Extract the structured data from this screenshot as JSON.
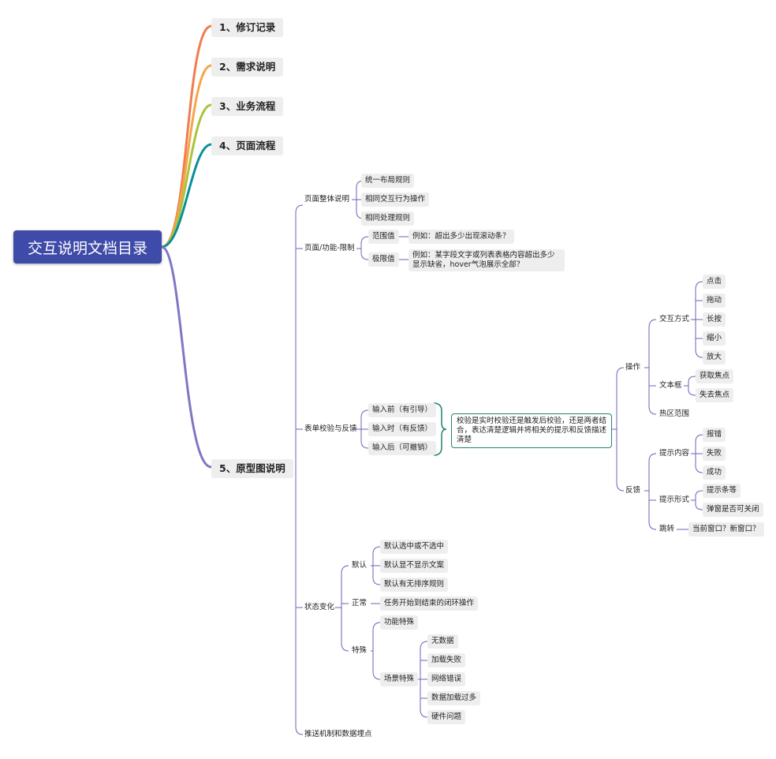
{
  "root": {
    "title": "交互说明文档目录",
    "color": "#3f4ba8"
  },
  "sections": [
    {
      "label": "1、修订记录",
      "color": "#f07c50"
    },
    {
      "label": "2、需求说明",
      "color": "#f5a64a"
    },
    {
      "label": "3、业务流程",
      "color": "#a8c53c"
    },
    {
      "label": "4、页面流程",
      "color": "#0a8f9b"
    },
    {
      "label": "5、原型图说明",
      "color": "#7e78c4"
    }
  ],
  "prototype": {
    "page_overall": {
      "label": "页面整体说明",
      "children": [
        "统一布局规则",
        "相同交互行为操作",
        "相同处理规则"
      ]
    },
    "limits": {
      "label": "页面/功能-限制",
      "range": {
        "label": "范围值",
        "note": "例如：超出多少出现滚动条？"
      },
      "extreme": {
        "label": "极限值",
        "note": "例如：某字段文字或列表表格内容超出多少显示缺省，hover气泡展示全部？"
      }
    },
    "form": {
      "label": "表单校验与反馈",
      "inputs": [
        "输入前（有引导）",
        "输入时（有反馈）",
        "输入后（可撤销）"
      ],
      "note": "校验是实时校验还是触发后校验，还是两者结合，表达清楚逻辑并将相关的提示和反馈描述清楚",
      "operation": {
        "label": "操作",
        "interaction": {
          "label": "交互方式",
          "children": [
            "点击",
            "拖动",
            "长按",
            "缩小",
            "放大"
          ]
        },
        "textbox": {
          "label": "文本框",
          "children": [
            "获取焦点",
            "失去焦点"
          ]
        },
        "hotzone": "热区范围"
      },
      "feedback": {
        "label": "反馈",
        "content": {
          "label": "提示内容",
          "children": [
            "报错",
            "失败",
            "成功"
          ]
        },
        "form": {
          "label": "提示形式",
          "children": [
            "提示条等",
            "弹窗是否可关闭"
          ]
        },
        "jump": {
          "label": "跳转",
          "child": "当前窗口？新窗口？"
        }
      }
    },
    "state": {
      "label": "状态变化",
      "default": {
        "label": "默认",
        "children": [
          "默认选中或不选中",
          "默认显不显示文案",
          "默认有无排序规则"
        ]
      },
      "normal": {
        "label": "正常",
        "child": "任务开始到结束的闭环操作"
      },
      "special": {
        "label": "特殊",
        "function": "功能特殊",
        "scene": {
          "label": "场景特殊",
          "children": [
            "无数据",
            "加载失败",
            "网络错误",
            "数据加载过多",
            "硬件问题"
          ]
        }
      }
    },
    "push": "推送机制和数据埋点"
  },
  "line_colors": {
    "tree": "#6b63b5",
    "note": "#1d8470"
  }
}
